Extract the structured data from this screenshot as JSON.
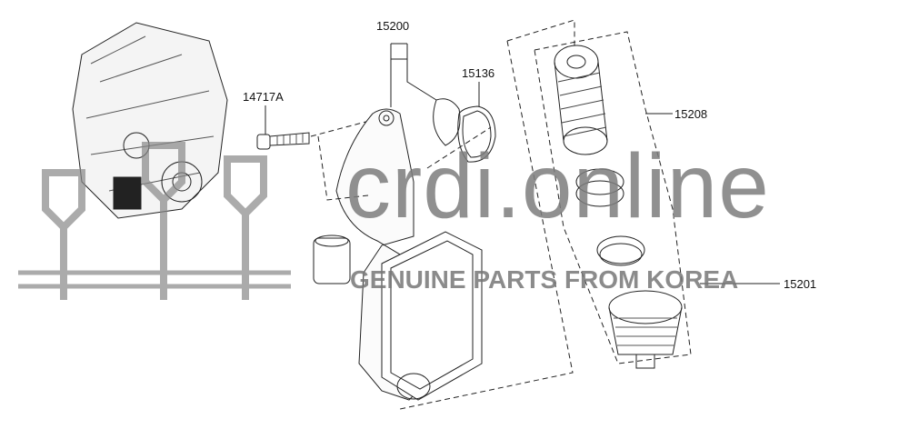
{
  "callouts": {
    "p15200": "15200",
    "p15136": "15136",
    "p14717A": "14717A",
    "p15208": "15208",
    "p15201": "15201"
  },
  "watermark": {
    "brand": "crdi.online",
    "tagline": "GENUINE PARTS FROM KOREA"
  }
}
